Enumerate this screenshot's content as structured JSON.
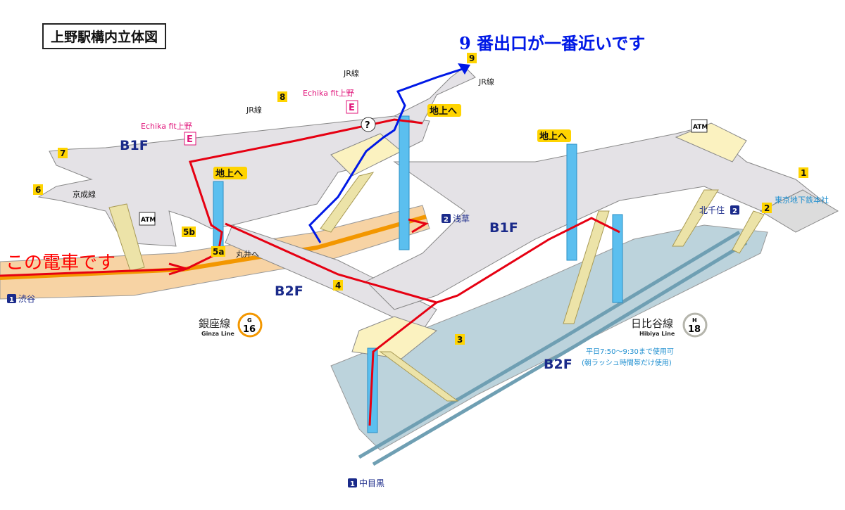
{
  "title": "上野駅構内立体図",
  "annotations": {
    "nearest_exit": "9 番出口が一番近いです",
    "this_train": "この電車です"
  },
  "floors": {
    "ginza_b1f": "B1F",
    "ginza_b2f": "B2F",
    "hibiya_b1f": "B1F",
    "hibiya_b2f": "B2F"
  },
  "exits": {
    "e1": "1",
    "e2": "2",
    "e3": "3",
    "e4": "4",
    "e5a": "5a",
    "e5b": "5b",
    "e6": "6",
    "e7": "7",
    "e8": "8",
    "e9": "9"
  },
  "labels": {
    "jr1": "JR線",
    "jr2": "JR線",
    "jr3": "JR線",
    "keisei": "京成線",
    "marui": "丸井へ",
    "echika1": "Echika fit上野",
    "echika2": "Echika fit上野",
    "echika_mark": "E",
    "chijo1": "地上へ",
    "chijo2": "地上へ",
    "chijo3": "地上へ",
    "atm1": "ATM",
    "atm2": "ATM",
    "help": "?",
    "hq": "東京地下鉄本社",
    "escalator_note1": "平日7:50～9:30まで使用可",
    "escalator_note2": "(朝ラッシュ時間帯だけ使用)"
  },
  "directions": {
    "asakusa": {
      "num": "2",
      "name": "浅草"
    },
    "shibuya": {
      "num": "1",
      "name": "渋谷"
    },
    "nakameguro": {
      "num": "1",
      "name": "中目黒"
    },
    "kitasenju": {
      "num": "2",
      "name": "北千住"
    }
  },
  "lines": {
    "ginza": {
      "jp": "銀座線",
      "en": "Ginza Line",
      "letter": "G",
      "num": "16",
      "color": "#f39700"
    },
    "hibiya": {
      "jp": "日比谷線",
      "en": "Hibiya Line",
      "letter": "H",
      "num": "18",
      "color": "#b5b5ac"
    }
  },
  "colors": {
    "route_red": "#e60012",
    "route_blue": "#0019e6",
    "elevator": "#5bbfef",
    "floor": "#e4e2e6",
    "platform_ginza": "#f7d3a4",
    "platform_hibiya": "#bcd3dc"
  }
}
